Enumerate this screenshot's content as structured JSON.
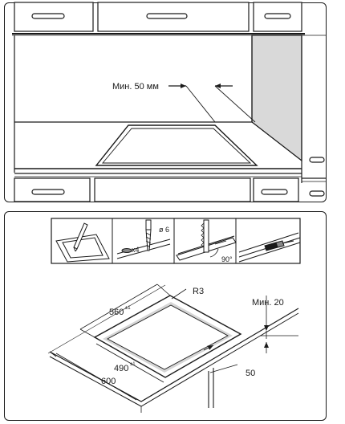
{
  "top_figure": {
    "min_clearance_label": "Мин. 50 мм"
  },
  "steps": [
    {
      "icon": "pencil-marking-icon"
    },
    {
      "icon": "drill-bit-icon",
      "drill_diameter": "ø 6",
      "hole_count": "x4"
    },
    {
      "icon": "jigsaw-blade-icon",
      "angle": "90°"
    },
    {
      "icon": "seal-tape-icon"
    }
  ],
  "cutout_dimensions": {
    "corner_radius": "R3",
    "cutout_width": "560",
    "cutout_width_tolerance": "±1",
    "cutout_depth": "490",
    "cutout_depth_tolerance": "±1",
    "worktop_depth": "600",
    "rear_offset": "50",
    "min_gap": "Мин. 20"
  }
}
